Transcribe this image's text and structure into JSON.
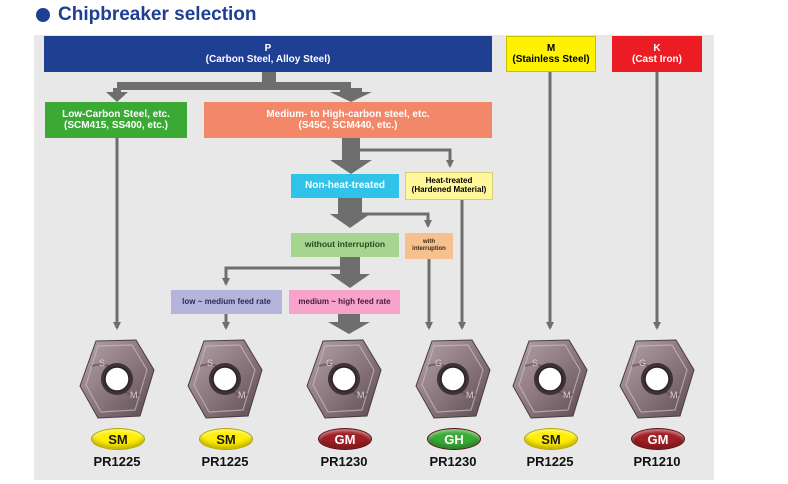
{
  "title": "Chipbreaker selection",
  "colors": {
    "title": "#1f3f93",
    "p": "#1f3f93",
    "m": "#fff200",
    "k": "#ec1c24",
    "low_carbon": "#3aaa35",
    "medium_high": "#f3876a",
    "non_heat": "#2fc3ea",
    "heat_treated": "#fff79a",
    "without_interruption": "#a6d58f",
    "with_interruption": "#f7c08f",
    "low_medium_feed": "#b4b4dc",
    "medium_high_feed": "#f7a3cb",
    "sm_badge": "#ffee00",
    "gm_badge": "#a01f24",
    "gh_badge": "#3aa935",
    "arrow": "#6e6e6e"
  },
  "boxes": {
    "p": {
      "line1": "P",
      "line2": "(Carbon Steel, Alloy Steel)"
    },
    "m": {
      "line1": "M",
      "line2": "(Stainless Steel)"
    },
    "k": {
      "line1": "K",
      "line2": "(Cast Iron)"
    },
    "low_carbon": {
      "line1": "Low-Carbon Steel, etc.",
      "line2": "(SCM415, SS400, etc.)"
    },
    "medium_high": {
      "line1": "Medium- to High-carbon steel, etc.",
      "line2": "(S45C, SCM440, etc.)"
    },
    "non_heat": {
      "line1": "Non-heat-treated"
    },
    "heat_treated": {
      "line1": "Heat-treated",
      "line2": "(Hardened Material)"
    },
    "without_interruption": {
      "line1": "without interruption"
    },
    "with_interruption": {
      "line1": "with",
      "line2": "interruption"
    },
    "low_medium_feed": {
      "line1": "low ~ medium feed rate"
    },
    "medium_high_feed": {
      "line1": "medium ~ high feed rate"
    }
  },
  "inserts": [
    {
      "breaker": "SM",
      "grade": "PR1225",
      "badge_color": "sm",
      "mark": "S"
    },
    {
      "breaker": "SM",
      "grade": "PR1225",
      "badge_color": "sm",
      "mark": "S"
    },
    {
      "breaker": "GM",
      "grade": "PR1230",
      "badge_color": "gm",
      "mark": "G"
    },
    {
      "breaker": "GH",
      "grade": "PR1230",
      "badge_color": "gh",
      "mark": "G"
    },
    {
      "breaker": "SM",
      "grade": "PR1225",
      "badge_color": "sm",
      "mark": "S"
    },
    {
      "breaker": "GM",
      "grade": "PR1210",
      "badge_color": "gm",
      "mark": "G"
    }
  ]
}
